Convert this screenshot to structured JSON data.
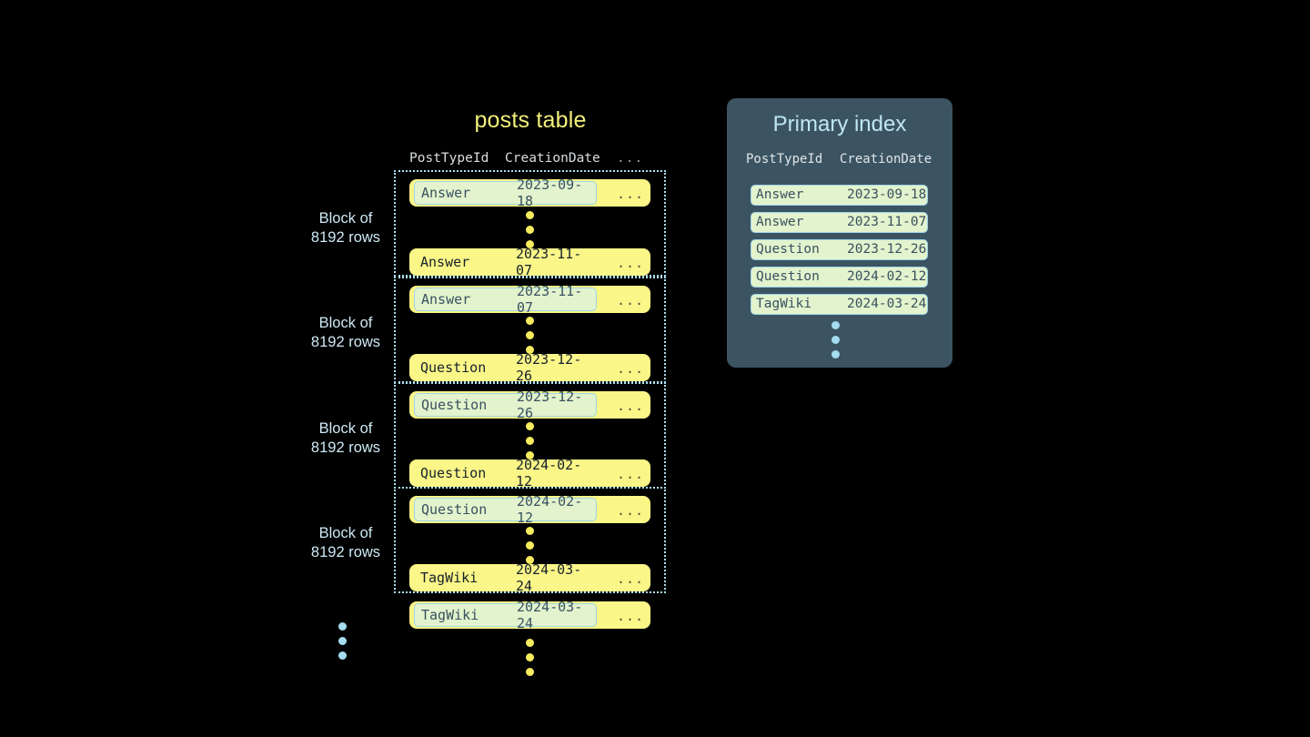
{
  "theme": {
    "background": "#000000",
    "row_yellow": "#fbf688",
    "highlight_green": "#e2f3cd",
    "highlight_border": "#9fd6e8",
    "panel_slate": "#3c5462",
    "accent_blue": "#a5dcf0",
    "accent_yellow": "#f2f07a",
    "dot_yellow": "#f5ec5e"
  },
  "posts_table": {
    "title": "posts table",
    "columns": [
      "PostTypeId",
      "CreationDate",
      "..."
    ],
    "ellipsis_cell": "...",
    "block_label": "Block of\n8192 rows",
    "block_label_line1": "Block of",
    "block_label_line2": "8192 rows",
    "blocks": [
      {
        "label_line1": "Block of",
        "label_line2": "8192 rows",
        "first_row": {
          "post_type_id": "Answer",
          "creation_date": "2023-09-18",
          "more": "...",
          "highlighted": true
        },
        "last_row": {
          "post_type_id": "Answer",
          "creation_date": "2023-11-07",
          "more": "...",
          "highlighted": false
        }
      },
      {
        "label_line1": "Block of",
        "label_line2": "8192 rows",
        "first_row": {
          "post_type_id": "Answer",
          "creation_date": "2023-11-07",
          "more": "...",
          "highlighted": true
        },
        "last_row": {
          "post_type_id": "Question",
          "creation_date": "2023-12-26",
          "more": "...",
          "highlighted": false
        }
      },
      {
        "label_line1": "Block of",
        "label_line2": "8192 rows",
        "first_row": {
          "post_type_id": "Question",
          "creation_date": "2023-12-26",
          "more": "...",
          "highlighted": true
        },
        "last_row": {
          "post_type_id": "Question",
          "creation_date": "2024-02-12",
          "more": "...",
          "highlighted": false
        }
      },
      {
        "label_line1": "Block of",
        "label_line2": "8192 rows",
        "first_row": {
          "post_type_id": "Question",
          "creation_date": "2024-02-12",
          "more": "...",
          "highlighted": true
        },
        "last_row": {
          "post_type_id": "TagWiki",
          "creation_date": "2024-03-24",
          "more": "...",
          "highlighted": false
        }
      }
    ],
    "trailing_row": {
      "post_type_id": "TagWiki",
      "creation_date": "2024-03-24",
      "more": "...",
      "highlighted": true
    }
  },
  "primary_index": {
    "title": "Primary index",
    "columns": [
      "PostTypeId",
      "CreationDate"
    ],
    "rows": [
      {
        "post_type_id": "Answer",
        "creation_date": "2023-09-18"
      },
      {
        "post_type_id": "Answer",
        "creation_date": "2023-11-07"
      },
      {
        "post_type_id": "Question",
        "creation_date": "2023-12-26"
      },
      {
        "post_type_id": "Question",
        "creation_date": "2024-02-12"
      },
      {
        "post_type_id": "TagWiki",
        "creation_date": "2024-03-24"
      }
    ]
  }
}
